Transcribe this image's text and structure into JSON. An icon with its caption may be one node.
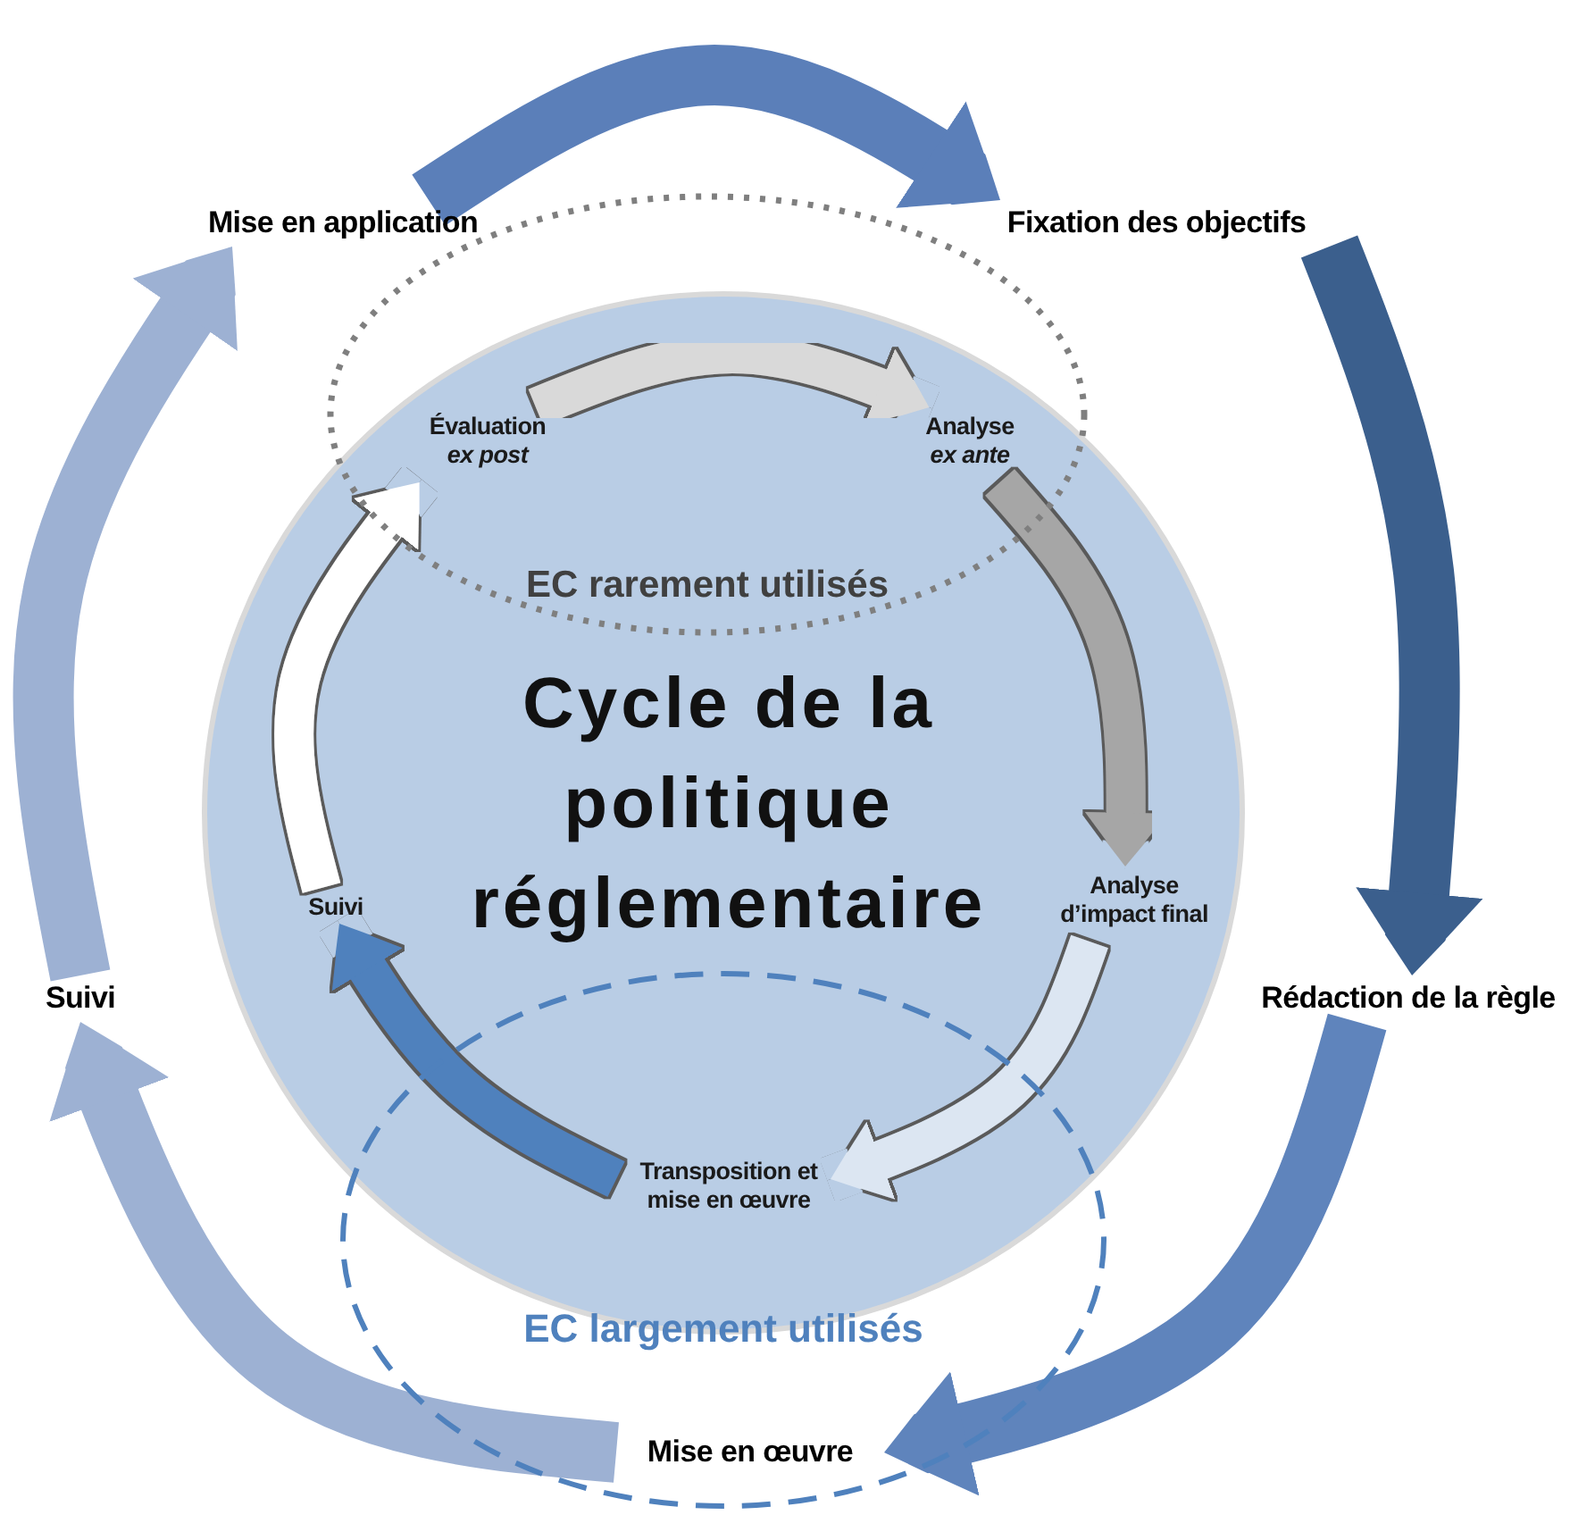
{
  "diagram": {
    "nodes": [
      {
        "text": [
          "Mise en application"
        ]
      },
      {
        "text": [
          "Fixation des objectifs"
        ]
      },
      {
        "text": [
          "Cycle de la politique réglementaire"
        ]
      },
      {
        "text": [
          "Évaluation *ex post*"
        ],
        "in": 2
      },
      {
        "text": [
          "Analyse *ex ante*"
        ],
        "in": 2
      },
      {
        "text": [
          "Suivi"
        ]
      },
      {
        "text": [
          "Suivi"
        ],
        "in": 2
      },
      {
        "text": [
          "Analyse d’impact final"
        ],
        "in": 2
      },
      {
        "text": [
          "Rédaction de la règle"
        ]
      },
      {
        "text": [
          "Transposition et mise en œuvre"
        ],
        "in": 2
      },
      {
        "text": [
          "Mise en œuvre"
        ]
      }
    ],
    "edges": [
      {
        "from": 0,
        "to": 1,
        "arrow": "to",
        "color": "#5b7fb9"
      },
      {
        "from": 1,
        "to": 8,
        "arrow": "to",
        "color": "#3b5f8d"
      },
      {
        "from": 8,
        "to": 10,
        "arrow": "to",
        "color": "#5f84bc"
      },
      {
        "from": 10,
        "to": 5,
        "arrow": "to",
        "color": "#9db1d3"
      },
      {
        "from": 5,
        "to": 0,
        "arrow": "to",
        "color": "#9db1d3"
      },
      {
        "from": 3,
        "to": 4,
        "arrow": "to",
        "color": "#d9d9d9"
      },
      {
        "from": 4,
        "to": 7,
        "arrow": "to",
        "color": "#a6a6a6"
      },
      {
        "from": 7,
        "to": 9,
        "arrow": "to",
        "color": "#dce6f2"
      },
      {
        "from": 9,
        "to": 6,
        "arrow": "to",
        "color": "#4f81bd"
      },
      {
        "from": 6,
        "to": 3,
        "arrow": "to",
        "color": "#ffffff"
      }
    ],
    "labels": [
      "EC rarement utilisés",
      "EC largement utilisés"
    ]
  }
}
